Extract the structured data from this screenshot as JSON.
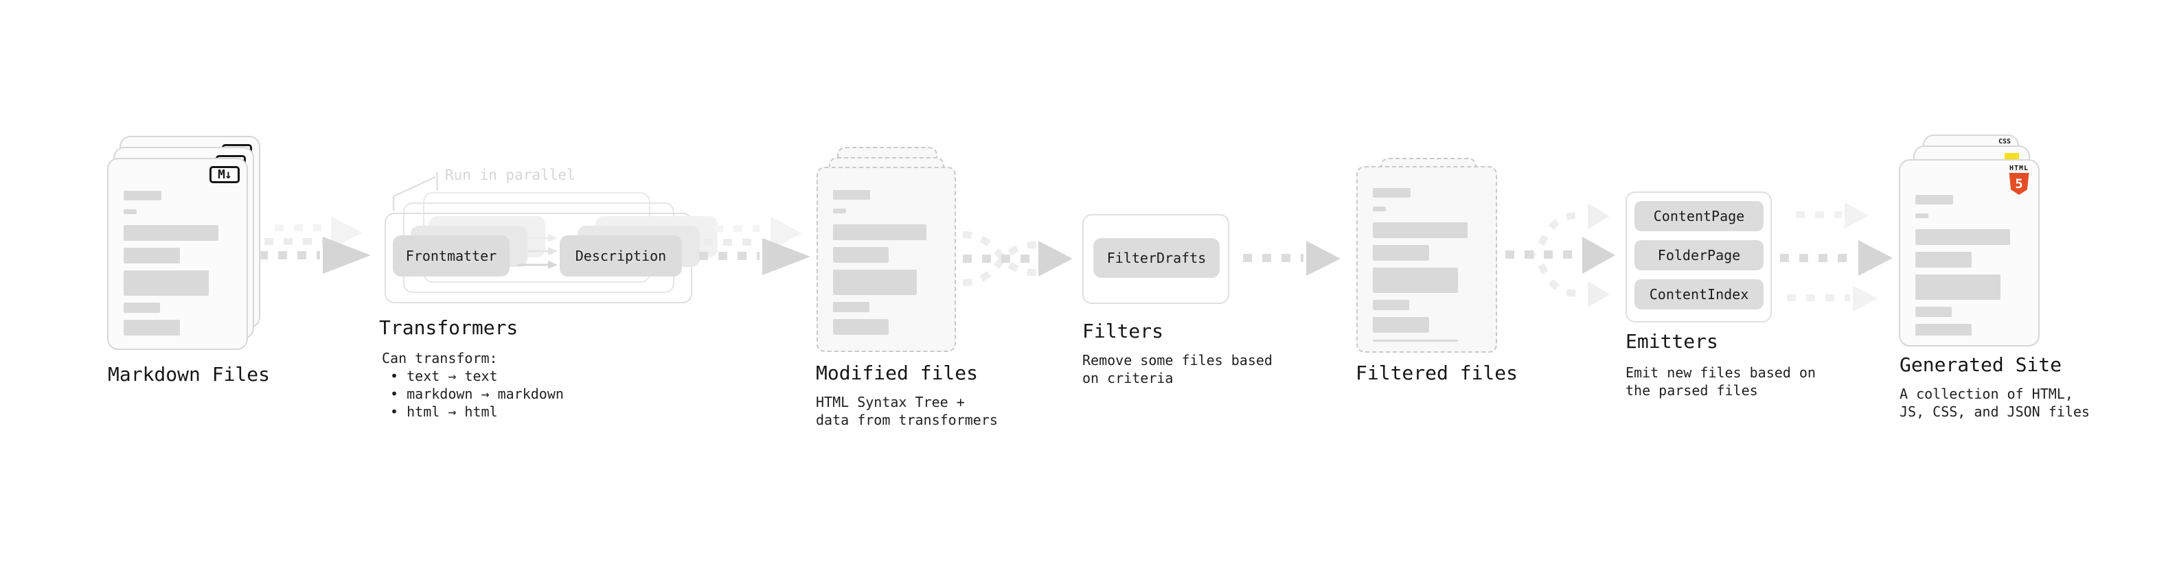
{
  "stages": {
    "markdown": {
      "label": "Markdown Files",
      "badge": "M↓"
    },
    "transformers": {
      "label": "Transformers",
      "annotation": "Run in parallel",
      "pill_frontmatter": "Frontmatter",
      "pill_description": "Description",
      "caption": "Can transform:\n • text → text\n • markdown → markdown\n • html → html"
    },
    "modified": {
      "label": "Modified files",
      "caption": "HTML Syntax Tree +\ndata from transformers"
    },
    "filters": {
      "label": "Filters",
      "pill": "FilterDrafts",
      "caption": "Remove some files based\non criteria"
    },
    "filtered": {
      "label": "Filtered files"
    },
    "emitters": {
      "label": "Emitters",
      "pills": [
        "ContentPage",
        "FolderPage",
        "ContentIndex"
      ],
      "caption": "Emit new files based on\nthe parsed files"
    },
    "generated": {
      "label": "Generated Site",
      "caption": "A collection of HTML,\nJS, CSS, and JSON files",
      "badges": {
        "html_word": "HTML",
        "html_five": "5",
        "css": "CSS"
      }
    }
  },
  "colors": {
    "html5_orange": "#e44d26",
    "js_yellow": "#f7df1e",
    "css_blue": "#2965f1",
    "bar_gray": "#d9d9d9",
    "arrow_gray": "#dcdcdc",
    "arrow_head_gray": "#d5d5d5",
    "ghost_gray": "#efefef"
  },
  "file_card_bars": [
    {
      "w": 35,
      "h": 14,
      "mb": 13
    },
    {
      "w": 12,
      "h": 7,
      "mb": 16
    },
    {
      "w": 88,
      "h": 23,
      "mb": 10
    },
    {
      "w": 52,
      "h": 23,
      "mb": 10
    },
    {
      "w": 79,
      "h": 37,
      "mb": 10
    },
    {
      "w": 34,
      "h": 15,
      "mb": 10
    },
    {
      "w": 52,
      "h": 23,
      "mb": 10
    },
    {
      "w": 79,
      "h": 15,
      "mb": 0
    }
  ]
}
